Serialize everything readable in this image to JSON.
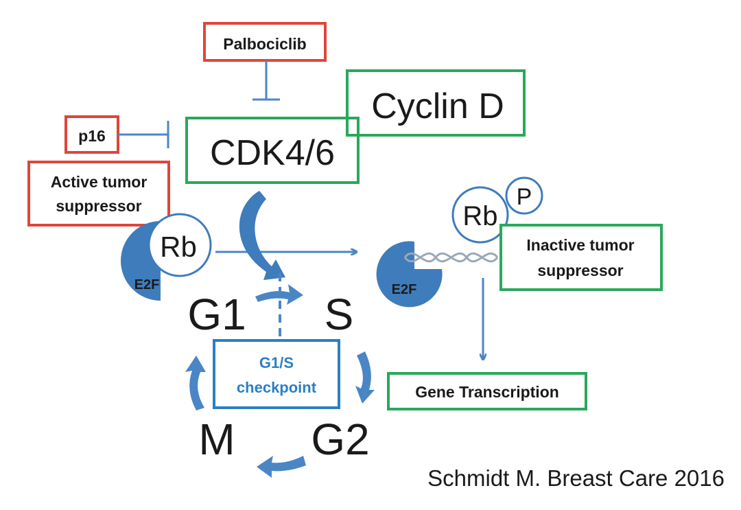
{
  "labels": {
    "palbociclib": "Palbociclib",
    "p16": "p16",
    "active_tumor_suppressor": [
      "Active tumor",
      "suppressor"
    ],
    "cdk46": "CDK4/6",
    "cyclin_d": "Cyclin D",
    "rb": "Rb",
    "phospho": "P",
    "e2f": "E2F",
    "inactive_tumor_suppressor": [
      "Inactive tumor",
      "suppressor"
    ],
    "g1": "G1",
    "s": "S",
    "g2": "G2",
    "m": "M",
    "checkpoint": [
      "G1/S",
      "checkpoint"
    ],
    "gene_transcription": "Gene Transcription",
    "citation": "Schmidt M. Breast Care 2016"
  },
  "colors": {
    "red_box": "#e0453a",
    "green_box": "#2aa85a",
    "blue": "#4a86c5",
    "dark_blue": "#3f7cbc",
    "checkpoint_text": "#2b7fc3",
    "text": "#1a1a1a"
  }
}
